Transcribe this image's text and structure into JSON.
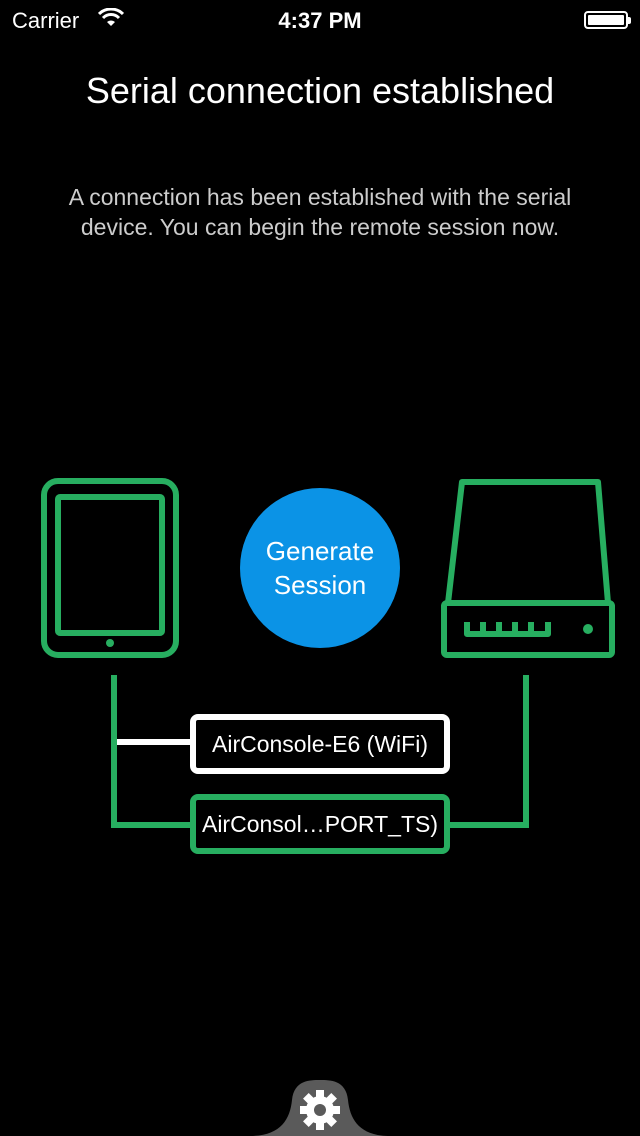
{
  "status_bar": {
    "carrier": "Carrier",
    "time": "4:37 PM"
  },
  "title": "Serial connection established",
  "description": "A connection has been established with the serial device. You can begin the remote session now.",
  "generate_button": "Generate Session",
  "wifi_connection": "AirConsole-E6 (WiFi)",
  "serial_connection": "AirConsol…PORT_TS)",
  "colors": {
    "green": "#27ae60",
    "blue": "#0b93e6"
  },
  "icons": [
    "wifi-icon",
    "battery-icon",
    "tablet-icon",
    "router-icon",
    "gear-icon"
  ]
}
